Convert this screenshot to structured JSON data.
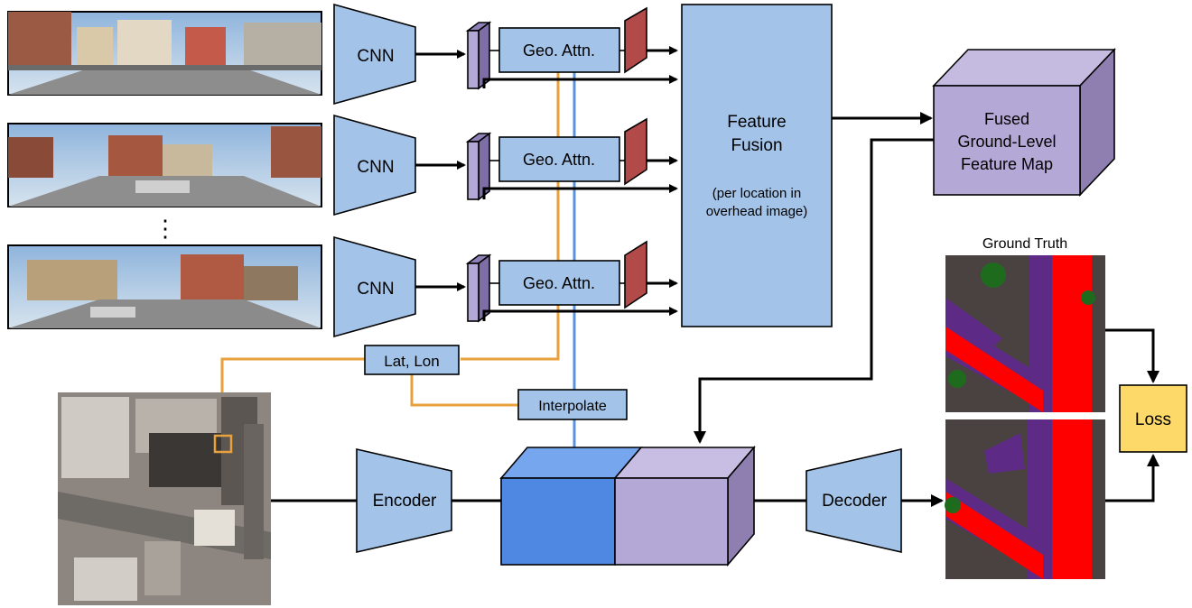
{
  "blocks": {
    "cnn": "CNN",
    "geo_attn": "Geo. Attn.",
    "feature_fusion_title_line1": "Feature",
    "feature_fusion_title_line2": "Fusion",
    "feature_fusion_note_line1": "(per location in",
    "feature_fusion_note_line2": "overhead image)",
    "fused_line1": "Fused",
    "fused_line2": "Ground-Level",
    "fused_line3": "Feature Map",
    "lat_lon": "Lat, Lon",
    "interpolate": "Interpolate",
    "encoder": "Encoder",
    "decoder": "Decoder",
    "loss": "Loss",
    "ground_truth": "Ground Truth",
    "ellipsis": "⋮"
  },
  "colors": {
    "block_blue": "#a3c4e8",
    "volume_blue": "#4f88e3",
    "volume_purple": "#b4a8d6",
    "attn_red": "#b34a4a",
    "fused_purple": "#b4a8d6",
    "loss_yellow": "#fdd96a",
    "orange_line": "#e8a13c",
    "blue_line": "#5a93dd",
    "seg_road": "#ff0000",
    "seg_building": "#4a4240",
    "seg_sidewalk": "#5d2a86",
    "seg_vegetation": "#1e6b1e"
  }
}
